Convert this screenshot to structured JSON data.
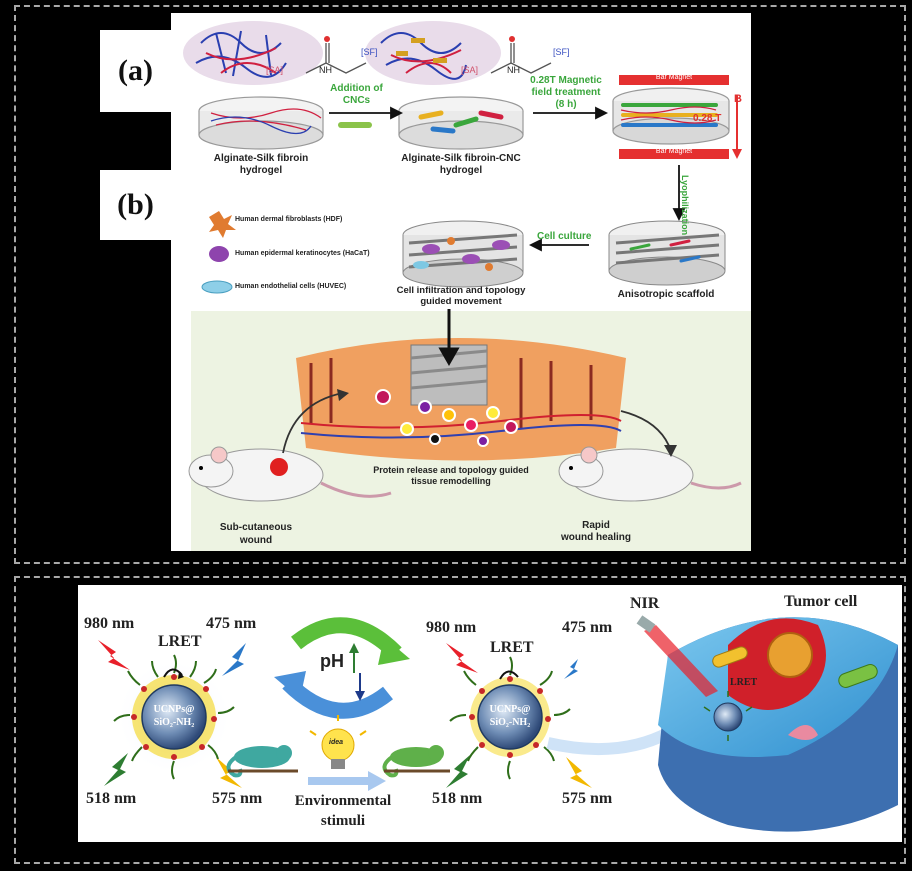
{
  "panel_labels": {
    "a": "(a)",
    "b": "(b)"
  },
  "top": {
    "chem": {
      "sa": "[SA]",
      "sf": "[SF]",
      "nh": "NH"
    },
    "hydrogel1": [
      "Alginate-Silk fibroin",
      "hydrogel"
    ],
    "hydrogel2": [
      "Alginate-Silk fibroin-CNC",
      "hydrogel"
    ],
    "addition": [
      "Addition of",
      "CNCs"
    ],
    "magnetic": [
      "0.28T Magnetic",
      "field treatment",
      "(8 h)"
    ],
    "bar_magnet": "Bar Magnet",
    "field_b": "B",
    "field_value": "0.28 T",
    "lyophilization": "Lyophilization",
    "cell_culture": "Cell culture",
    "legend": [
      "Human dermal fibroblasts (HDF)",
      "Human epidermal keratinocytes (HaCaT)",
      "Human endothelial cells (HUVEC)"
    ],
    "infiltration": [
      "Cell infiltration and topology",
      "guided movement"
    ],
    "scaffold": "Anisotropic scaffold",
    "protein": [
      "Protein release and topology guided",
      "tissue remodelling"
    ],
    "wound": [
      "Sub-cutaneous",
      "wound"
    ],
    "healing": [
      "Rapid",
      "wound healing"
    ]
  },
  "bottom": {
    "nm980": "980 nm",
    "nm475": "475 nm",
    "nm518": "518 nm",
    "nm575": "575 nm",
    "lret": "LRET",
    "ph": "pH",
    "particle": [
      "UCNPs@",
      "SiO₂-NH₂"
    ],
    "env": [
      "Environmental",
      "stimuli"
    ],
    "idea": "idea",
    "nir": "NIR",
    "tumor": "Tumor cell",
    "lret_inner": "LRET"
  },
  "colors": {
    "arrow_green": "#3aa63c",
    "magnet_red": "#e53030",
    "ph_green": "#5bbf3a",
    "ph_blue": "#4a90d9",
    "laser_red": "#e8202a",
    "laser_blue": "#2a78c8",
    "laser_green": "#2e7d32",
    "laser_yellow": "#f2b800",
    "cell_blue": "#4aa7d8",
    "organelle_red": "#d0202a"
  }
}
